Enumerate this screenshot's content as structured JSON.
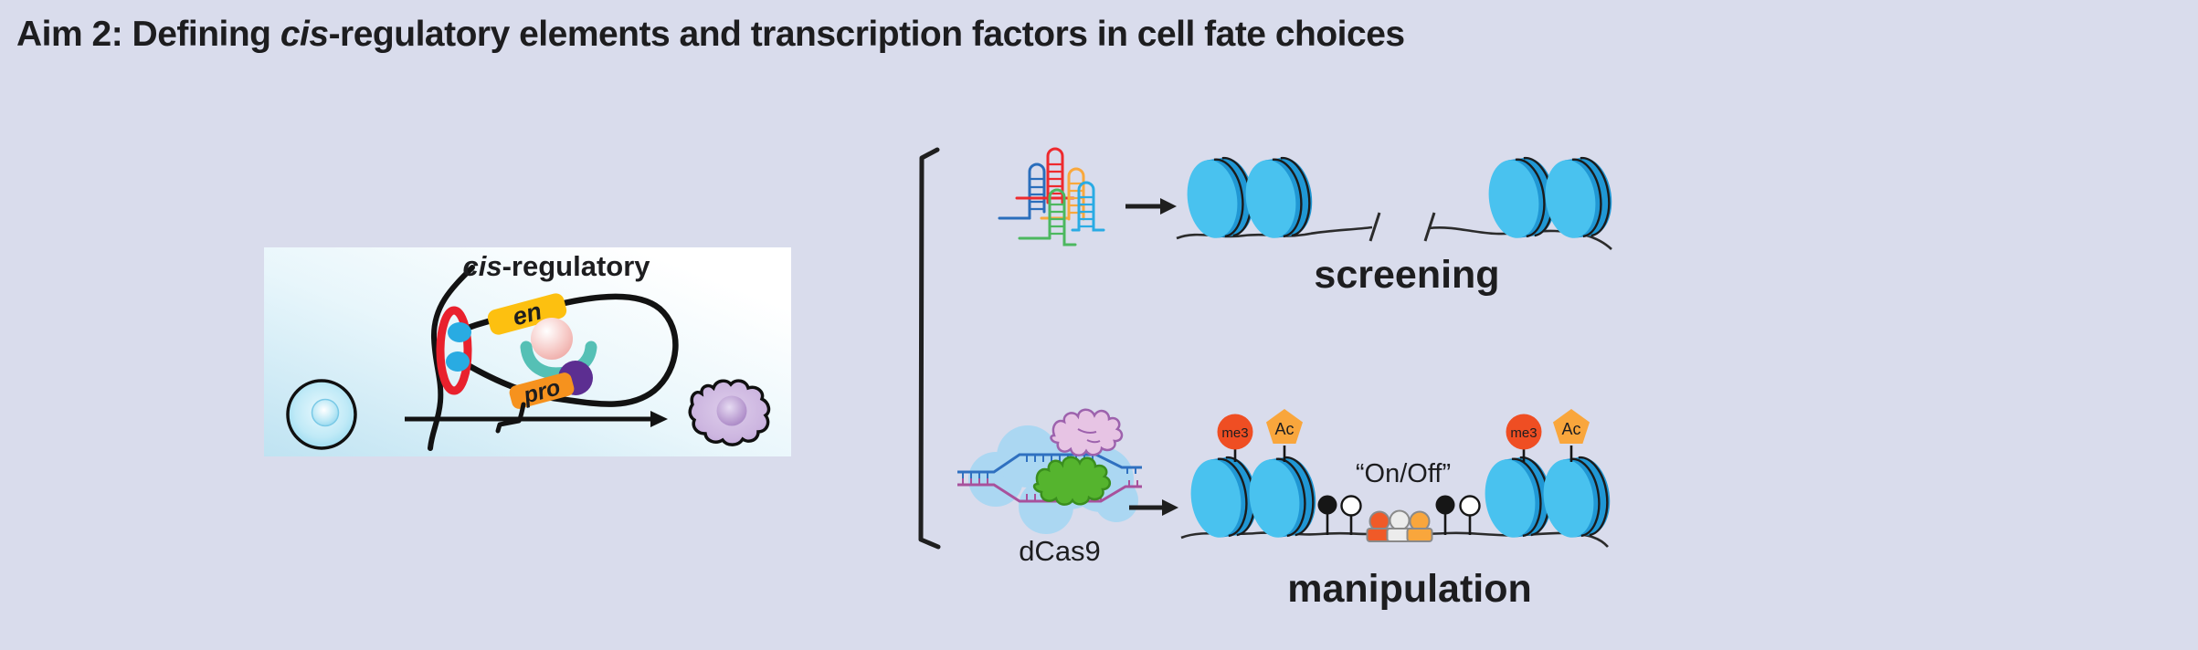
{
  "title": {
    "prefix": "Aim 2: Defining ",
    "italic": "cis",
    "suffix": "-regulatory elements and transcription factors in cell fate choices"
  },
  "panel": {
    "label_italic": "cis",
    "label_rest": "-regulatory",
    "enhancer_label": "en",
    "promoter_label": "pro"
  },
  "screening": {
    "caption": "screening"
  },
  "manipulation": {
    "caption": "manipulation",
    "dcas9_label": "dCas9",
    "on_off_label": "“On/Off”",
    "me3_label": "me3",
    "ac_label": "Ac"
  },
  "colors": {
    "background": "#d9dcec",
    "panel_blue": "#bfe3f2",
    "nucleosome_light": "#49c2ef",
    "nucleosome_dark": "#2097d4",
    "me3_red": "#ef4e23",
    "ac_orange": "#f9a63c",
    "enhancer_yellow": "#fdc010",
    "promoter_orange": "#f6921e",
    "cohesin_red": "#e9212d",
    "ctcf_blue": "#29abe2",
    "dcas9_cloud_blue": "#abd7f2",
    "effector_green": "#55b42e",
    "effector_pink": "#e7c4e4",
    "tf_orange": "#f05a28",
    "tf_white": "#ececec",
    "tf_yellow": "#f9a63c",
    "grna_blue": "#2a6ebc",
    "grna_red": "#ee2a2e",
    "grna_orange": "#f9a83c",
    "grna_green": "#4cb85f",
    "grna_cyan": "#2aabe4"
  }
}
